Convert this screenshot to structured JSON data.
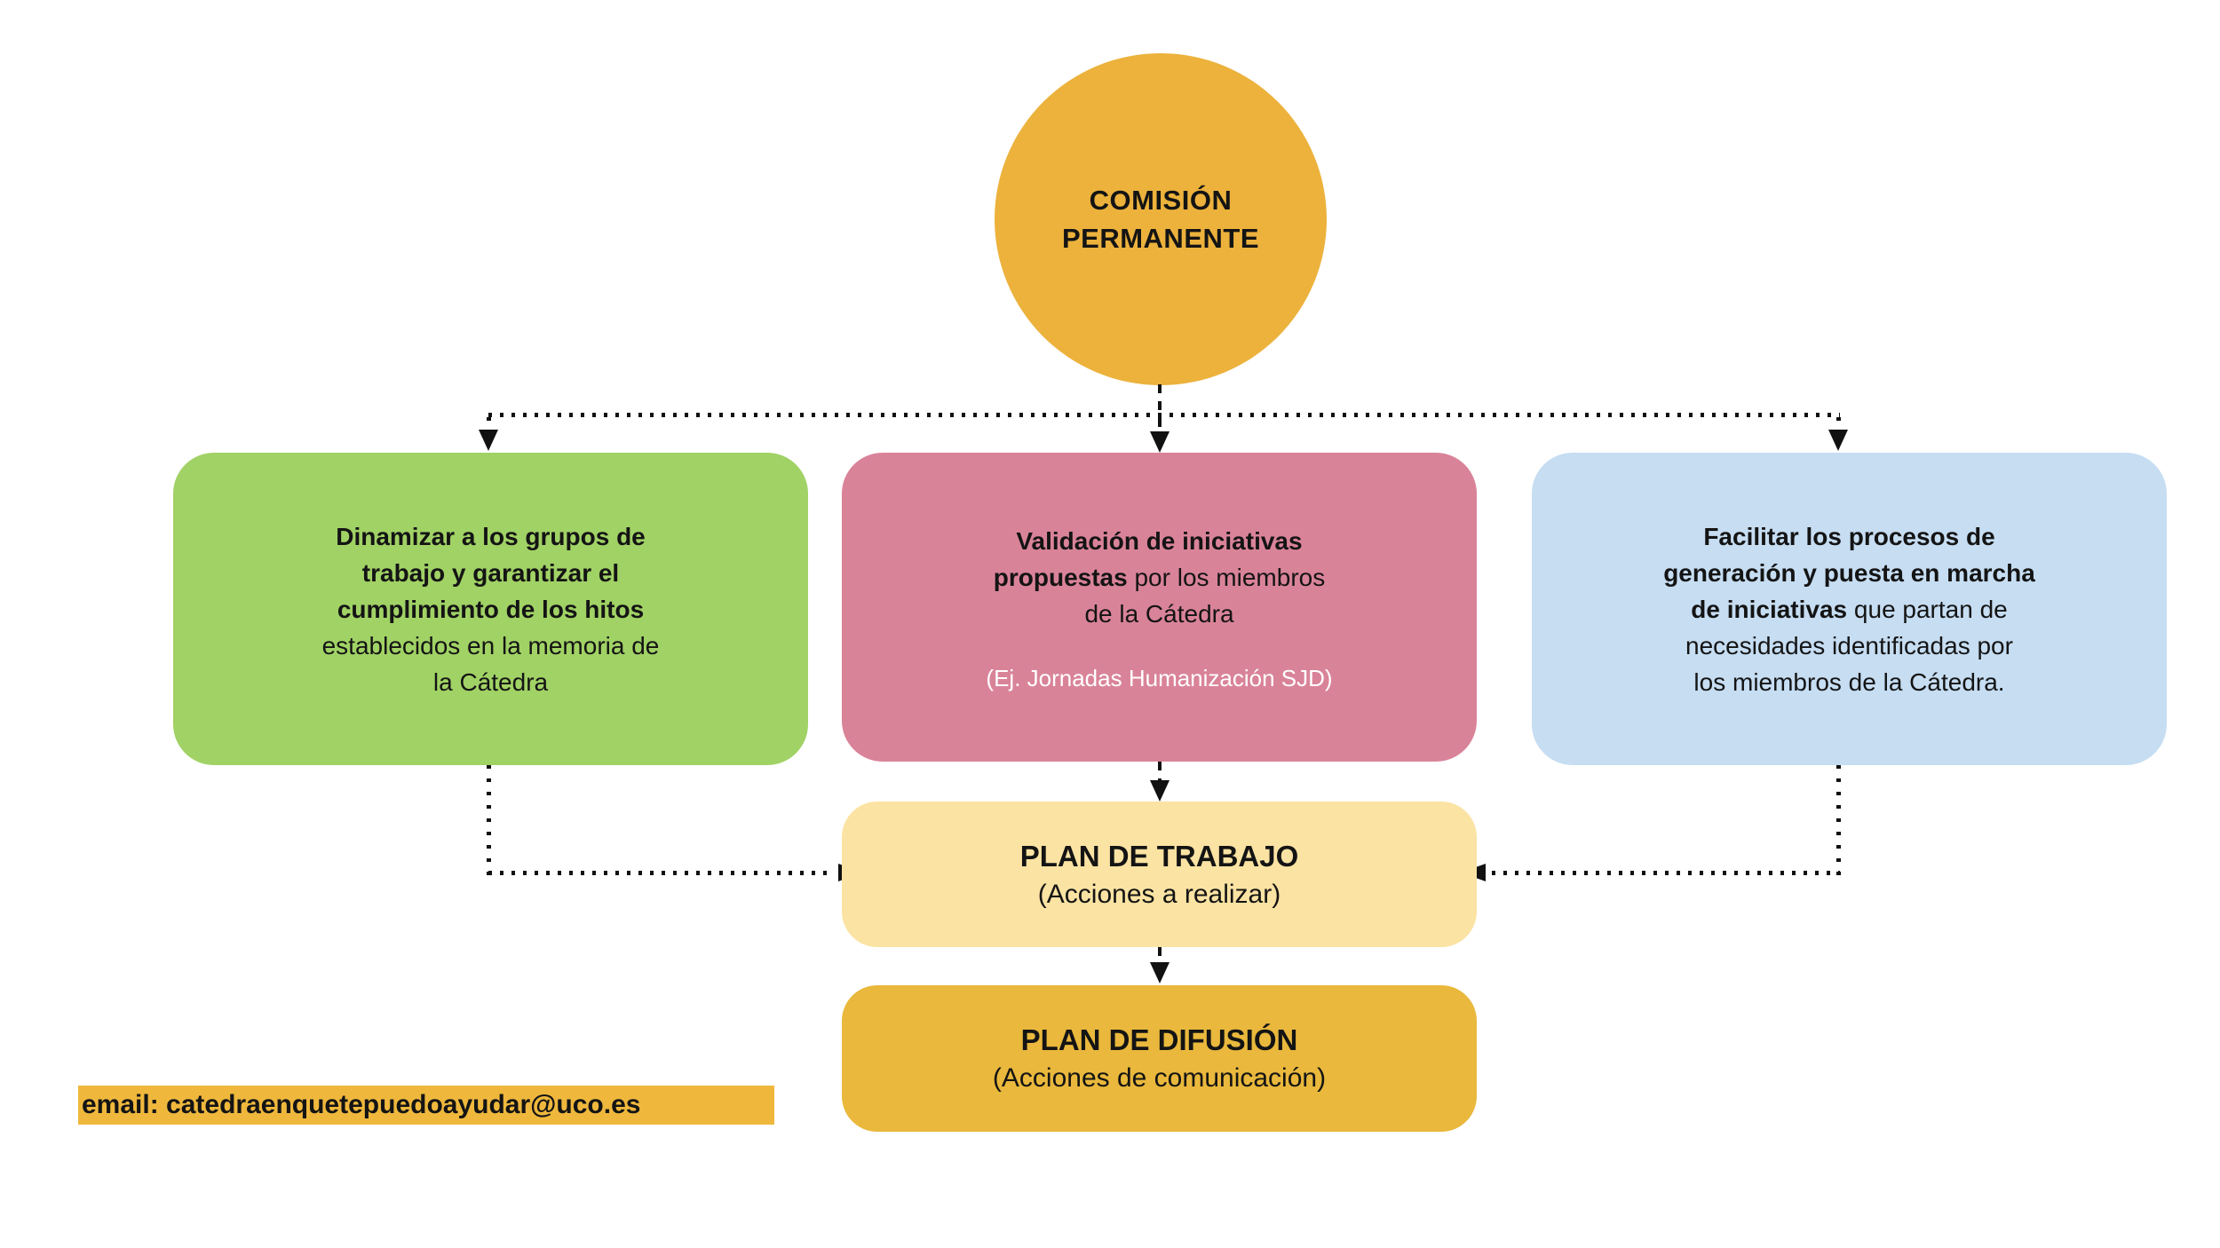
{
  "colors": {
    "gold": "#ECB23C",
    "gold2": "#E9B83C",
    "gold3": "#EFB83D",
    "green": "#A1D265",
    "pink": "#D98399",
    "blue": "#C6DDF2",
    "paleyellow": "#FBE3A3",
    "ink": "#141414",
    "line": "#111111"
  },
  "circle": {
    "lines": [
      [
        {
          "bold": true,
          "text": "COMISIÓN"
        }
      ],
      [
        {
          "bold": true,
          "text": "PERMANENTE"
        }
      ]
    ]
  },
  "row_boxes": {
    "green": {
      "lines": [
        [
          {
            "bold": true,
            "text": "Dinamizar a los grupos de"
          }
        ],
        [
          {
            "bold": true,
            "text": "trabajo y garantizar el"
          }
        ],
        [
          {
            "bold": true,
            "text": "cumplimiento de los hitos"
          }
        ],
        [
          {
            "bold": false,
            "text": "establecidos en la memoria de"
          }
        ],
        [
          {
            "bold": false,
            "text": "la Cátedra"
          }
        ]
      ]
    },
    "pink": {
      "lines": [
        [
          {
            "bold": true,
            "text": "Validación de iniciativas"
          }
        ],
        [
          {
            "bold": true,
            "text": "propuestas"
          },
          {
            "bold": false,
            "text": " por los miembros"
          }
        ],
        [
          {
            "bold": false,
            "text": "de la Cátedra"
          }
        ]
      ],
      "note": "(Ej. Jornadas Humanización SJD)"
    },
    "blue": {
      "lines": [
        [
          {
            "bold": true,
            "text": "Facilitar los procesos de"
          }
        ],
        [
          {
            "bold": true,
            "text": "generación y puesta en marcha"
          }
        ],
        [
          {
            "bold": true,
            "text": "de iniciativas"
          },
          {
            "bold": false,
            "text": " que partan de"
          }
        ],
        [
          {
            "bold": false,
            "text": "necesidades identificadas por"
          }
        ],
        [
          {
            "bold": false,
            "text": "los miembros de la Cátedra."
          }
        ]
      ]
    }
  },
  "plan_trabajo": {
    "title": "PLAN DE TRABAJO",
    "subtitle": "(Acciones a realizar)"
  },
  "plan_difusion": {
    "title": "PLAN DE DIFUSIÓN",
    "subtitle": "(Acciones de comunicación)"
  },
  "contact": {
    "email_label": "email: catedraenquetepuedoayudar@uco.es"
  }
}
